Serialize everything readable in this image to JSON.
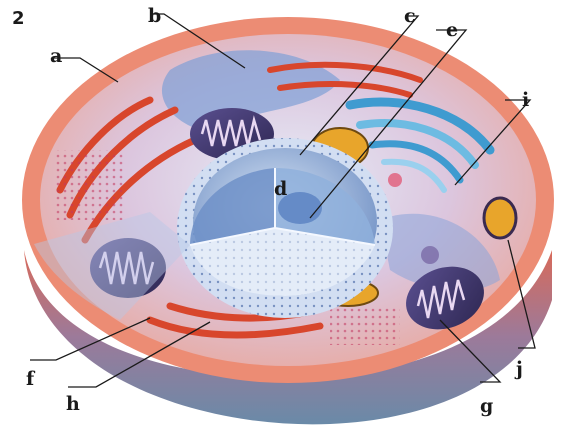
{
  "figure": {
    "number": "2",
    "labels": {
      "a": "a",
      "b": "b",
      "c": "c",
      "d": "d",
      "e": "e",
      "f": "f",
      "g": "g",
      "h": "h",
      "i": "i",
      "j": "j"
    },
    "colors": {
      "cell_membrane": "#e0503a",
      "cytoplasm": "#f2d6e4",
      "nucleus": "#b9cde8",
      "nuclear_envelope": "#6f8fc4",
      "mitochondria": "#4a3f78",
      "rough_er": "#d8462c",
      "golgi": "#3f9bd0",
      "vacuole": "#e8a52b"
    }
  }
}
